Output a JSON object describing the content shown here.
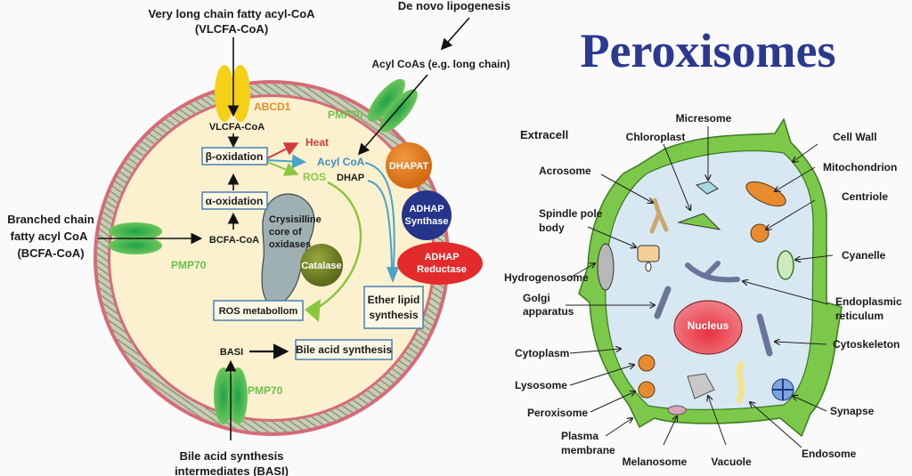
{
  "title": "Peroxisomes",
  "colors": {
    "title": "#2b3990",
    "cytosol": "#fbf1cf",
    "membrane_pink": "#d66b78",
    "membrane_core": "#b8bfa8",
    "abcd1_transporter": "#f5d016",
    "pmp70_transporter": "#46b94a",
    "heat_arrow": "#d33a3a",
    "acylcoa_arrow": "#4aa3c8",
    "ros_arrow": "#8cc63f",
    "dhapat": "#e07b22",
    "adhap_synthase": "#27348b",
    "adhap_reductase": "#e32b2b",
    "catalase": "#7a8a2a",
    "core": "#9fb0b3",
    "cell_wall": "#7cc84a",
    "cell_interior": "#d7e8f3",
    "nucleus": "#e84a58"
  },
  "pathway": {
    "vlcfa_source": "Very long chain fatty acyl-CoA",
    "vlcfa_source_abbr": "(VLCFA-CoA)",
    "de_novo": "De novo lipogenesis",
    "acyl_coas": "Acyl CoAs (e.g. long chain)",
    "abcd1": "ABCD1",
    "pmp70_top": "PMP70",
    "pmp70_left": "PMP70",
    "pmp70_bottom": "PMP70",
    "vlcfa_coa": "VLCFA-CoA",
    "beta_oxidation": "β-oxidation",
    "alpha_oxidation": "α-oxidation",
    "heat": "Heat",
    "acyl_coa": "Acyl CoA",
    "ros": "ROS",
    "dhap": "DHAP",
    "dhapat": "DHAPAT",
    "adhap_synthase_1": "ADHAP",
    "adhap_synthase_2": "Synthase",
    "adhap_reductase_1": "ADHAP",
    "adhap_reductase_2": "Reductase",
    "bcfa_source_1": "Branched chain",
    "bcfa_source_2": "fatty acyl CoA",
    "bcfa_source_3": "(BCFA-CoA)",
    "bcfa_coa": "BCFA-CoA",
    "core_1": "Crysisilline",
    "core_2": "core of",
    "core_3": "oxidases",
    "catalase": "Catalase",
    "ros_metabolism": "ROS metabollom",
    "ether_lipid_1": "Ether lipid",
    "ether_lipid_2": "synthesis",
    "basi": "BASI",
    "bile_acid": "Bile acid synthesis",
    "basi_source_1": "Bile acid synthesis",
    "basi_source_2": "intermediates (BASI)"
  },
  "cell": {
    "extracell": "Extracell",
    "labels": {
      "micresome": "Micresome",
      "chloroplast": "Chloroplast",
      "cell_wall": "Cell Wall",
      "mitochondrion": "Mitochondrion",
      "acrosome": "Acrosome",
      "centriole": "Centriole",
      "spindle_1": "Spindle pole",
      "spindle_2": "body",
      "cyanelle": "Cyanelle",
      "hydrogenosome": "Hydrogenosome",
      "golgi_1": "Golgi",
      "golgi_2": "apparatus",
      "er_1": "Endoplasmic",
      "er_2": "reticulum",
      "nucleus": "Nucleus",
      "cytoskeleton": "Cytoskeleton",
      "cytoplasm": "Cytoplasm",
      "lysosome": "Lysosome",
      "peroxisome": "Peroxisome",
      "synapse": "Synapse",
      "plasma_1": "Plasma",
      "plasma_2": "membrane",
      "melanosome": "Melanosome",
      "vacuole": "Vacuole",
      "endosome": "Endosome"
    }
  }
}
